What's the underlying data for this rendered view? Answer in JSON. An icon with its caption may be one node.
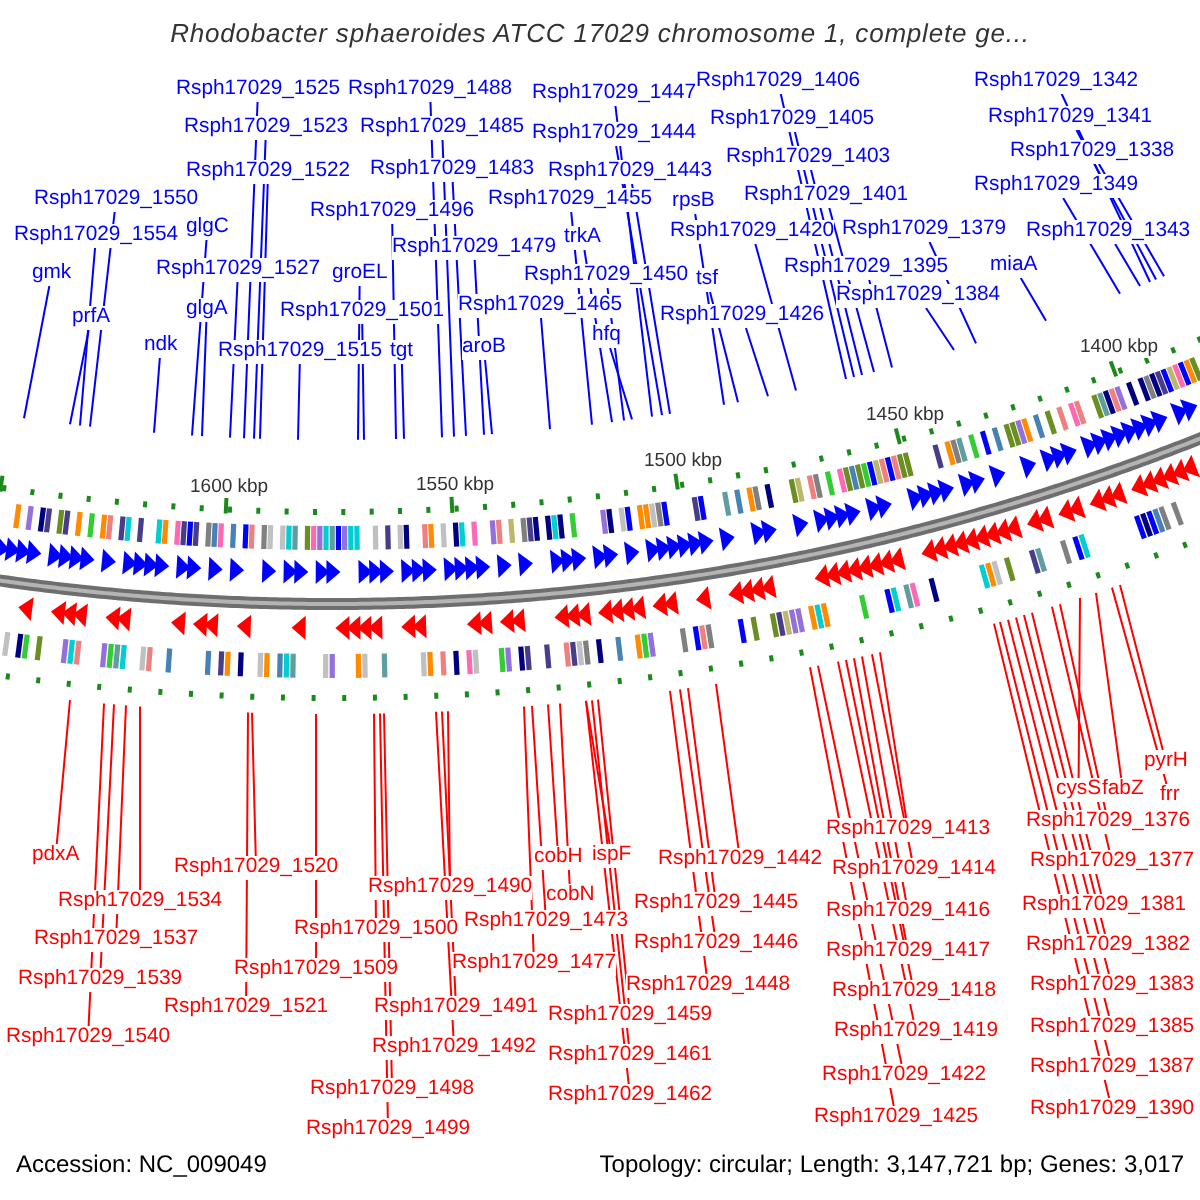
{
  "diagram": {
    "title": "Rhodobacter sphaeroides ATCC 17029 chromosome 1, complete ge...",
    "nodes": [
      {
        "text": [
          "Rsph17029_1525"
        ]
      },
      {
        "text": [
          "Rsph17029_1488"
        ]
      },
      {
        "text": [
          "Rsph17029_1447"
        ]
      },
      {
        "text": [
          "Rsph17029_1406"
        ]
      },
      {
        "text": [
          "Rsph17029_1342"
        ]
      },
      {
        "text": [
          "Rsph17029_1523"
        ]
      },
      {
        "text": [
          "Rsph17029_1485"
        ]
      },
      {
        "text": [
          "Rsph17029_1444"
        ]
      },
      {
        "text": [
          "Rsph17029_1405"
        ]
      },
      {
        "text": [
          "Rsph17029_1341"
        ]
      },
      {
        "text": [
          "Rsph17029_1522"
        ]
      },
      {
        "text": [
          "Rsph17029_1483"
        ]
      },
      {
        "text": [
          "Rsph17029_1443"
        ]
      },
      {
        "text": [
          "Rsph17029_1403"
        ]
      },
      {
        "text": [
          "Rsph17029_1338"
        ]
      },
      {
        "text": [
          "Rsph17029_1550"
        ]
      },
      {
        "text": [
          "Rsph17029_1496"
        ]
      },
      {
        "text": [
          "Rsph17029_1455"
        ]
      },
      {
        "text": [
          "rpsB"
        ]
      },
      {
        "text": [
          "Rsph17029_1401"
        ]
      },
      {
        "text": [
          "Rsph17029_1349"
        ]
      },
      {
        "text": [
          "Rsph17029_1554"
        ]
      },
      {
        "text": [
          "glgC"
        ]
      },
      {
        "text": [
          "Rsph17029_1479"
        ]
      },
      {
        "text": [
          "trkA"
        ]
      },
      {
        "text": [
          "Rsph17029_1420"
        ]
      },
      {
        "text": [
          "Rsph17029_1379"
        ]
      },
      {
        "text": [
          "Rsph17029_1343"
        ]
      },
      {
        "text": [
          "gmk"
        ]
      },
      {
        "text": [
          "Rsph17029_1527"
        ]
      },
      {
        "text": [
          "groEL"
        ]
      },
      {
        "text": [
          "Rsph17029_1450"
        ]
      },
      {
        "text": [
          "tsf"
        ]
      },
      {
        "text": [
          "Rsph17029_1395"
        ]
      },
      {
        "text": [
          "miaA"
        ]
      },
      {
        "text": [
          "prfA"
        ]
      },
      {
        "text": [
          "glgA"
        ]
      },
      {
        "text": [
          "Rsph17029_1501"
        ]
      },
      {
        "text": [
          "Rsph17029_1465"
        ]
      },
      {
        "text": [
          "Rsph17029_1426"
        ]
      },
      {
        "text": [
          "Rsph17029_1384"
        ]
      },
      {
        "text": [
          "ndk"
        ]
      },
      {
        "text": [
          "Rsph17029_1515"
        ]
      },
      {
        "text": [
          "tgt"
        ]
      },
      {
        "text": [
          "aroB"
        ]
      },
      {
        "text": [
          "hfq"
        ]
      },
      {
        "text": [
          "pyrH"
        ]
      },
      {
        "text": [
          "cysS"
        ]
      },
      {
        "text": [
          "fabZ"
        ]
      },
      {
        "text": [
          "frr"
        ]
      },
      {
        "text": [
          "Rsph17029_1376"
        ]
      },
      {
        "text": [
          "Rsph17029_1413"
        ]
      },
      {
        "text": [
          "pdxA"
        ]
      },
      {
        "text": [
          "cobH"
        ]
      },
      {
        "text": [
          "ispF"
        ]
      },
      {
        "text": [
          "Rsph17029_1442"
        ]
      },
      {
        "text": [
          "Rsph17029_1377"
        ]
      },
      {
        "text": [
          "Rsph17029_1520"
        ]
      },
      {
        "text": [
          "Rsph17029_1414"
        ]
      },
      {
        "text": [
          "Rsph17029_1490"
        ]
      },
      {
        "text": [
          "cobN"
        ]
      },
      {
        "text": [
          "Rsph17029_1534"
        ]
      },
      {
        "text": [
          "Rsph17029_1445"
        ]
      },
      {
        "text": [
          "Rsph17029_1381"
        ]
      },
      {
        "text": [
          "Rsph17029_1416"
        ]
      },
      {
        "text": [
          "Rsph17029_1473"
        ]
      },
      {
        "text": [
          "Rsph17029_1500"
        ]
      },
      {
        "text": [
          "Rsph17029_1537"
        ]
      },
      {
        "text": [
          "Rsph17029_1446"
        ]
      },
      {
        "text": [
          "Rsph17029_1382"
        ]
      },
      {
        "text": [
          "Rsph17029_1417"
        ]
      },
      {
        "text": [
          "Rsph17029_1477"
        ]
      },
      {
        "text": [
          "Rsph17029_1509"
        ]
      },
      {
        "text": [
          "Rsph17029_1539"
        ]
      },
      {
        "text": [
          "Rsph17029_1448"
        ]
      },
      {
        "text": [
          "Rsph17029_1383"
        ]
      },
      {
        "text": [
          "Rsph17029_1418"
        ]
      },
      {
        "text": [
          "Rsph17029_1521"
        ]
      },
      {
        "text": [
          "Rsph17029_1491"
        ]
      },
      {
        "text": [
          "Rsph17029_1459"
        ]
      },
      {
        "text": [
          "Rsph17029_1385"
        ]
      },
      {
        "text": [
          "Rsph17029_1419"
        ]
      },
      {
        "text": [
          "Rsph17029_1540"
        ]
      },
      {
        "text": [
          "Rsph17029_1492"
        ]
      },
      {
        "text": [
          "Rsph17029_1461"
        ]
      },
      {
        "text": [
          "Rsph17029_1387"
        ]
      },
      {
        "text": [
          "Rsph17029_1422"
        ]
      },
      {
        "text": [
          "Rsph17029_1498"
        ]
      },
      {
        "text": [
          "Rsph17029_1462"
        ]
      },
      {
        "text": [
          "Rsph17029_1390"
        ]
      },
      {
        "text": [
          "Rsph17029_1425"
        ]
      },
      {
        "text": [
          "Rsph17029_1499"
        ]
      }
    ],
    "edges": [
      {
        "from": 0,
        "to": null,
        "arrow": "none",
        "color": "#0000ff"
      },
      {
        "from": 1,
        "to": null,
        "arrow": "none",
        "color": "#0000ff"
      },
      {
        "from": 2,
        "to": null,
        "arrow": "none",
        "color": "#0000ff"
      },
      {
        "from": 3,
        "to": null,
        "arrow": "none",
        "color": "#0000ff"
      },
      {
        "from": 4,
        "to": null,
        "arrow": "none",
        "color": "#0000ff"
      },
      {
        "from": 5,
        "to": null,
        "arrow": "none",
        "color": "#0000ff"
      },
      {
        "from": 6,
        "to": null,
        "arrow": "none",
        "color": "#0000ff"
      },
      {
        "from": 7,
        "to": null,
        "arrow": "none",
        "color": "#0000ff"
      },
      {
        "from": 8,
        "to": null,
        "arrow": "none",
        "color": "#0000ff"
      },
      {
        "from": 9,
        "to": null,
        "arrow": "none",
        "color": "#0000ff"
      },
      {
        "from": 10,
        "to": null,
        "arrow": "none",
        "color": "#0000ff"
      },
      {
        "from": 11,
        "to": null,
        "arrow": "none",
        "color": "#0000ff"
      },
      {
        "from": 12,
        "to": null,
        "arrow": "none",
        "color": "#0000ff"
      },
      {
        "from": 13,
        "to": null,
        "arrow": "none",
        "color": "#0000ff"
      },
      {
        "from": 14,
        "to": null,
        "arrow": "none",
        "color": "#0000ff"
      },
      {
        "from": 15,
        "to": null,
        "arrow": "none",
        "color": "#0000ff"
      },
      {
        "from": 16,
        "to": null,
        "arrow": "none",
        "color": "#0000ff"
      },
      {
        "from": 17,
        "to": null,
        "arrow": "none",
        "color": "#0000ff"
      },
      {
        "from": 18,
        "to": null,
        "arrow": "none",
        "color": "#0000ff"
      },
      {
        "from": 19,
        "to": null,
        "arrow": "none",
        "color": "#0000ff"
      },
      {
        "from": 20,
        "to": null,
        "arrow": "none",
        "color": "#0000ff"
      },
      {
        "from": 21,
        "to": null,
        "arrow": "none",
        "color": "#0000ff"
      },
      {
        "from": 22,
        "to": null,
        "arrow": "none",
        "color": "#0000ff"
      },
      {
        "from": 23,
        "to": null,
        "arrow": "none",
        "color": "#0000ff"
      },
      {
        "from": 24,
        "to": null,
        "arrow": "none",
        "color": "#0000ff"
      },
      {
        "from": 25,
        "to": null,
        "arrow": "none",
        "color": "#0000ff"
      },
      {
        "from": 26,
        "to": null,
        "arrow": "none",
        "color": "#0000ff"
      },
      {
        "from": 27,
        "to": null,
        "arrow": "none",
        "color": "#0000ff"
      },
      {
        "from": 28,
        "to": null,
        "arrow": "none",
        "color": "#0000ff"
      },
      {
        "from": 29,
        "to": null,
        "arrow": "none",
        "color": "#0000ff"
      },
      {
        "from": 30,
        "to": null,
        "arrow": "none",
        "color": "#0000ff"
      },
      {
        "from": 31,
        "to": null,
        "arrow": "none",
        "color": "#0000ff"
      },
      {
        "from": 32,
        "to": null,
        "arrow": "none",
        "color": "#0000ff"
      },
      {
        "from": 33,
        "to": null,
        "arrow": "none",
        "color": "#0000ff"
      },
      {
        "from": 34,
        "to": null,
        "arrow": "none",
        "color": "#0000ff"
      },
      {
        "from": 35,
        "to": null,
        "arrow": "none",
        "color": "#0000ff"
      },
      {
        "from": 36,
        "to": null,
        "arrow": "none",
        "color": "#0000ff"
      },
      {
        "from": 37,
        "to": null,
        "arrow": "none",
        "color": "#0000ff"
      },
      {
        "from": 38,
        "to": null,
        "arrow": "none",
        "color": "#0000ff"
      },
      {
        "from": 39,
        "to": null,
        "arrow": "none",
        "color": "#0000ff"
      },
      {
        "from": 40,
        "to": null,
        "arrow": "none",
        "color": "#0000ff"
      },
      {
        "from": 41,
        "to": null,
        "arrow": "none",
        "color": "#0000ff"
      },
      {
        "from": 42,
        "to": null,
        "arrow": "none",
        "color": "#0000ff"
      },
      {
        "from": 43,
        "to": null,
        "arrow": "none",
        "color": "#0000ff"
      },
      {
        "from": 44,
        "to": null,
        "arrow": "none",
        "color": "#0000ff"
      },
      {
        "from": 45,
        "to": null,
        "arrow": "none",
        "color": "#0000ff"
      },
      {
        "from": 46,
        "to": null,
        "arrow": "none",
        "color": "#ff0000"
      },
      {
        "from": 47,
        "to": null,
        "arrow": "none",
        "color": "#ff0000"
      },
      {
        "from": 48,
        "to": null,
        "arrow": "none",
        "color": "#ff0000"
      },
      {
        "from": 49,
        "to": null,
        "arrow": "none",
        "color": "#ff0000"
      },
      {
        "from": 50,
        "to": null,
        "arrow": "none",
        "color": "#ff0000"
      },
      {
        "from": 51,
        "to": null,
        "arrow": "none",
        "color": "#ff0000"
      },
      {
        "from": 52,
        "to": null,
        "arrow": "none",
        "color": "#ff0000"
      },
      {
        "from": 53,
        "to": null,
        "arrow": "none",
        "color": "#ff0000"
      },
      {
        "from": 54,
        "to": null,
        "arrow": "none",
        "color": "#ff0000"
      },
      {
        "from": 55,
        "to": null,
        "arrow": "none",
        "color": "#ff0000"
      },
      {
        "from": 56,
        "to": null,
        "arrow": "none",
        "color": "#ff0000"
      },
      {
        "from": 57,
        "to": null,
        "arrow": "none",
        "color": "#ff0000"
      },
      {
        "from": 58,
        "to": null,
        "arrow": "none",
        "color": "#ff0000"
      },
      {
        "from": 59,
        "to": null,
        "arrow": "none",
        "color": "#ff0000"
      },
      {
        "from": 60,
        "to": null,
        "arrow": "none",
        "color": "#ff0000"
      },
      {
        "from": 61,
        "to": null,
        "arrow": "none",
        "color": "#ff0000"
      },
      {
        "from": 62,
        "to": null,
        "arrow": "none",
        "color": "#ff0000"
      },
      {
        "from": 63,
        "to": null,
        "arrow": "none",
        "color": "#ff0000"
      },
      {
        "from": 64,
        "to": null,
        "arrow": "none",
        "color": "#ff0000"
      },
      {
        "from": 65,
        "to": null,
        "arrow": "none",
        "color": "#ff0000"
      },
      {
        "from": 66,
        "to": null,
        "arrow": "none",
        "color": "#ff0000"
      },
      {
        "from": 67,
        "to": null,
        "arrow": "none",
        "color": "#ff0000"
      },
      {
        "from": 68,
        "to": null,
        "arrow": "none",
        "color": "#ff0000"
      },
      {
        "from": 69,
        "to": null,
        "arrow": "none",
        "color": "#ff0000"
      },
      {
        "from": 70,
        "to": null,
        "arrow": "none",
        "color": "#ff0000"
      },
      {
        "from": 71,
        "to": null,
        "arrow": "none",
        "color": "#ff0000"
      },
      {
        "from": 72,
        "to": null,
        "arrow": "none",
        "color": "#ff0000"
      },
      {
        "from": 73,
        "to": null,
        "arrow": "none",
        "color": "#ff0000"
      },
      {
        "from": 74,
        "to": null,
        "arrow": "none",
        "color": "#ff0000"
      },
      {
        "from": 75,
        "to": null,
        "arrow": "none",
        "color": "#ff0000"
      },
      {
        "from": 76,
        "to": null,
        "arrow": "none",
        "color": "#ff0000"
      },
      {
        "from": 77,
        "to": null,
        "arrow": "none",
        "color": "#ff0000"
      },
      {
        "from": 78,
        "to": null,
        "arrow": "none",
        "color": "#ff0000"
      },
      {
        "from": 79,
        "to": null,
        "arrow": "none",
        "color": "#ff0000"
      },
      {
        "from": 80,
        "to": null,
        "arrow": "none",
        "color": "#ff0000"
      },
      {
        "from": 81,
        "to": null,
        "arrow": "none",
        "color": "#ff0000"
      },
      {
        "from": 82,
        "to": null,
        "arrow": "none",
        "color": "#ff0000"
      },
      {
        "from": 83,
        "to": null,
        "arrow": "none",
        "color": "#ff0000"
      },
      {
        "from": 84,
        "to": null,
        "arrow": "none",
        "color": "#ff0000"
      },
      {
        "from": 85,
        "to": null,
        "arrow": "none",
        "color": "#ff0000"
      },
      {
        "from": 86,
        "to": null,
        "arrow": "none",
        "color": "#ff0000"
      },
      {
        "from": 87,
        "to": null,
        "arrow": "none",
        "color": "#ff0000"
      },
      {
        "from": 88,
        "to": null,
        "arrow": "none",
        "color": "#ff0000"
      },
      {
        "from": 89,
        "to": null,
        "arrow": "none",
        "color": "#ff0000"
      },
      {
        "from": 90,
        "to": null,
        "arrow": "none",
        "color": "#ff0000"
      },
      {
        "from": 91,
        "to": null,
        "arrow": "none",
        "color": "#ff0000"
      }
    ],
    "labels": [
      "1400 kbp",
      "1450 kbp",
      "1500 kbp",
      "1600 kbp",
      "1550 kbp",
      "Accession: NC_009049",
      "Topology: circular; Length: 3,147,721 bp; Genes: 3,017"
    ]
  }
}
